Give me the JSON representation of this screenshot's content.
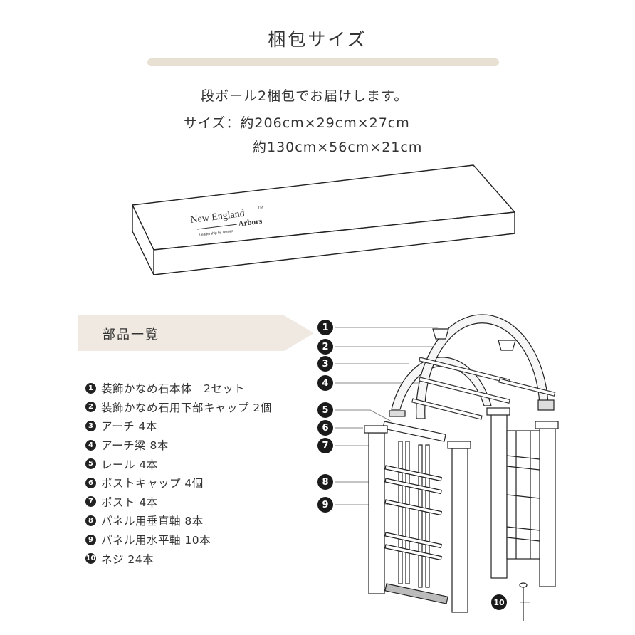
{
  "header": {
    "title": "梱包サイズ",
    "accent_bar_color": "#e8e0d2"
  },
  "package_info": {
    "line1": "段ボール2梱包でお届けします。",
    "line2": "サイズ：約206cm×29cm×27cm",
    "line3": "約130cm×56cm×21cm"
  },
  "box_illustration": {
    "brand_line1": "New England",
    "brand_tm": "TM",
    "brand_line2": "Arbors",
    "tagline": "Leadership by Design"
  },
  "parts_section": {
    "title": "部品一覧",
    "tag_color": "#efe9e1",
    "items": [
      {
        "num": "1",
        "label": "装飾かなめ石本体　2セット"
      },
      {
        "num": "2",
        "label": "装飾かなめ石用下部キャップ 2個"
      },
      {
        "num": "3",
        "label": "アーチ 4本"
      },
      {
        "num": "4",
        "label": "アーチ梁 8本"
      },
      {
        "num": "5",
        "label": "レール 4本"
      },
      {
        "num": "6",
        "label": "ポストキャップ 4個"
      },
      {
        "num": "7",
        "label": "ポスト 4本"
      },
      {
        "num": "8",
        "label": "パネル用垂直軸 8本"
      },
      {
        "num": "9",
        "label": "パネル用水平軸 10本"
      },
      {
        "num": "10",
        "label": "ネジ 24本"
      }
    ]
  },
  "diagram": {
    "callouts": [
      "1",
      "2",
      "3",
      "4",
      "5",
      "6",
      "7",
      "8",
      "9",
      "10"
    ]
  }
}
